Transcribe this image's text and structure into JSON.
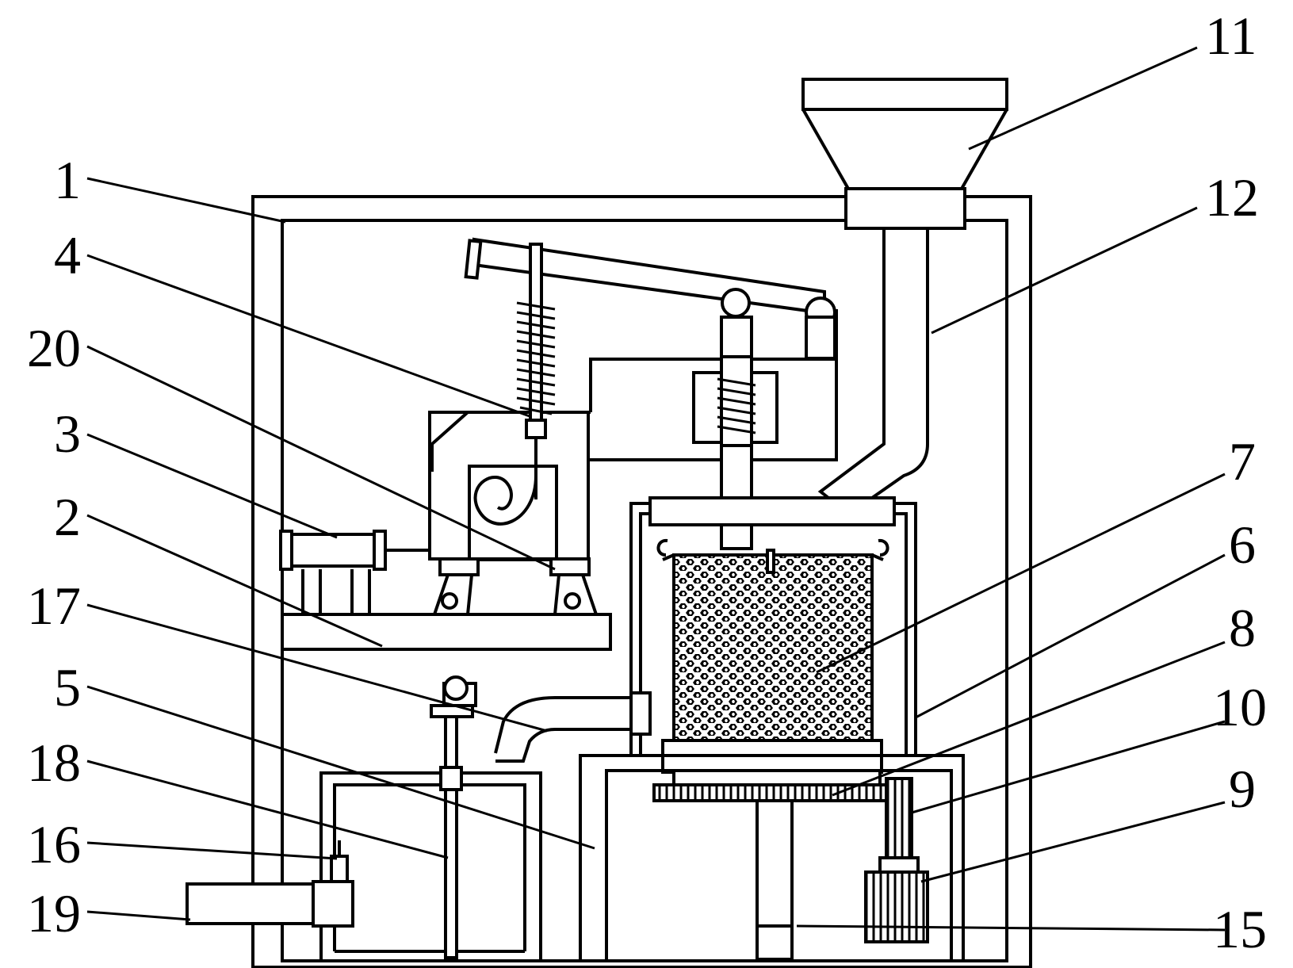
{
  "labels": {
    "l1": "1",
    "l2": "2",
    "l3": "3",
    "l4": "4",
    "l5": "5",
    "l6": "6",
    "l7": "7",
    "l8": "8",
    "l9": "9",
    "l10": "10",
    "l11": "11",
    "l12": "12",
    "l15": "15",
    "l16": "16",
    "l17": "17",
    "l18": "18",
    "l19": "19",
    "l20": "20"
  }
}
